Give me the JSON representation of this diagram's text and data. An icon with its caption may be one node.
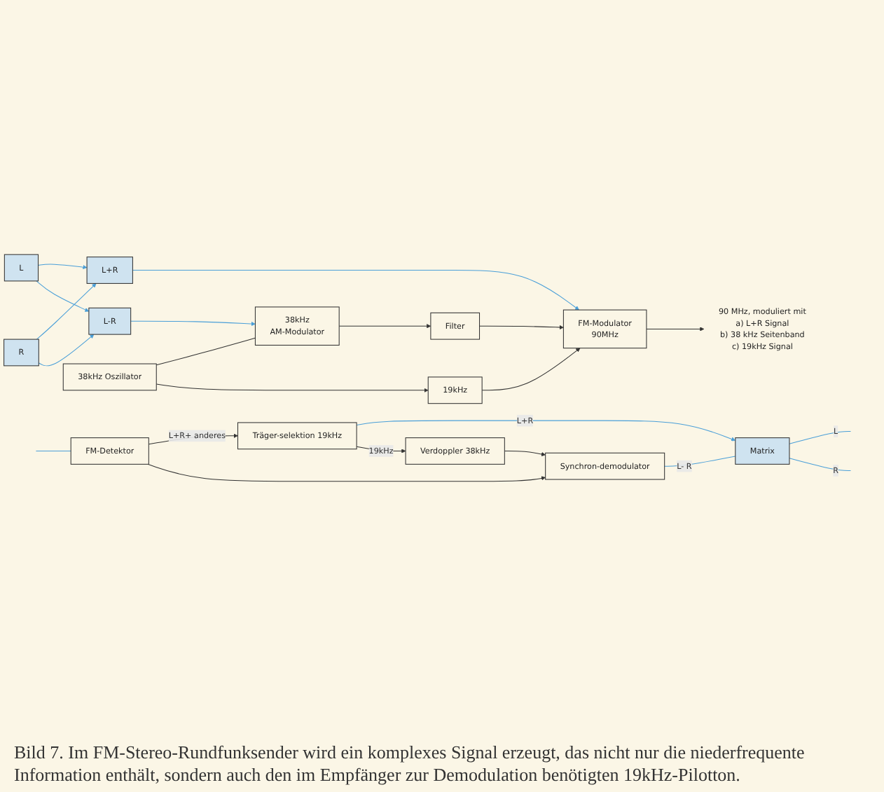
{
  "diagram": {
    "caption": "Bild 7. Im FM-Stereo-Rundfunksender wird ein komplexes Signal erzeugt, das nicht nur die niederfrequente Information enthält, sondern auch den im Empfänger zur Demodulation benötigten 19kHz-Pilotton.",
    "nodes": [
      {
        "text": [
          "L"
        ]
      },
      {
        "text": [
          "R"
        ]
      },
      {
        "text": [
          "L+R"
        ]
      },
      {
        "text": [
          "L-R"
        ]
      },
      {
        "text": [
          "FM-Modulator",
          "90MHz"
        ]
      },
      {
        "text": [
          "38kHz",
          "AM-Modulator"
        ]
      },
      {
        "text": [
          "Filter"
        ]
      },
      {
        "text": [
          "38kHz Oszillator"
        ]
      },
      {
        "text": [
          "19kHz"
        ]
      },
      {
        "text": [
          "90 MHz, moduliert mit",
          "a) L+R Signal",
          "b) 38 kHz Seitenband",
          "c) 19kHz Signal"
        ]
      },
      {
        "text": [
          "FM-Detektor"
        ]
      },
      {
        "text": [
          "Träger-selektion 19kHz"
        ]
      },
      {
        "text": [
          "Verdoppler 38kHz"
        ]
      },
      {
        "text": [
          "Synchron-demodulator"
        ]
      },
      {
        "text": [
          "Matrix"
        ]
      }
    ],
    "edges": [
      {
        "from": 0,
        "to": 2,
        "arrow": "to",
        "color": "#4a9fd8"
      },
      {
        "from": 0,
        "to": 3,
        "arrow": "to",
        "color": "#4a9fd8"
      },
      {
        "from": 1,
        "to": 2,
        "arrow": "to",
        "color": "#4a9fd8"
      },
      {
        "from": 1,
        "to": 3,
        "arrow": "to",
        "color": "#4a9fd8"
      },
      {
        "from": 2,
        "to": 4,
        "arrow": "to",
        "color": "#4a9fd8"
      },
      {
        "from": 3,
        "to": 5,
        "arrow": "to",
        "color": "#4a9fd8"
      },
      {
        "from": 5,
        "to": 6,
        "arrow": "to",
        "color": "#333333"
      },
      {
        "from": 6,
        "to": 4,
        "arrow": "to",
        "color": "#333333"
      },
      {
        "from": 7,
        "to": 5,
        "arrow": "none",
        "color": "#333333"
      },
      {
        "from": 7,
        "to": 8,
        "arrow": "to",
        "color": "#333333"
      },
      {
        "from": 8,
        "to": 4,
        "arrow": "to",
        "color": "#333333"
      },
      {
        "from": 4,
        "to": 9,
        "arrow": "to",
        "color": "#333333"
      },
      {
        "from": null,
        "to": 10,
        "arrow": "none",
        "color": "#4a9fd8"
      },
      {
        "from": 10,
        "to": 11,
        "label": "L+R+ anderes",
        "arrow": "to",
        "color": "#333333"
      },
      {
        "from": 10,
        "to": 13,
        "arrow": "to",
        "color": "#333333"
      },
      {
        "from": 11,
        "to": 14,
        "label": "L+R",
        "arrow": "to",
        "color": "#4a9fd8"
      },
      {
        "from": 11,
        "to": 12,
        "label": "19kHz",
        "arrow": "to",
        "color": "#333333"
      },
      {
        "from": 12,
        "to": 13,
        "arrow": "to",
        "color": "#333333"
      },
      {
        "from": 13,
        "to": 14,
        "label": "L- R",
        "arrow": "none",
        "color": "#4a9fd8"
      },
      {
        "from": 14,
        "to": null,
        "label": "L",
        "arrow": "none",
        "color": "#4a9fd8"
      },
      {
        "from": 14,
        "to": null,
        "label": "R",
        "arrow": "none",
        "color": "#4a9fd8"
      }
    ]
  }
}
